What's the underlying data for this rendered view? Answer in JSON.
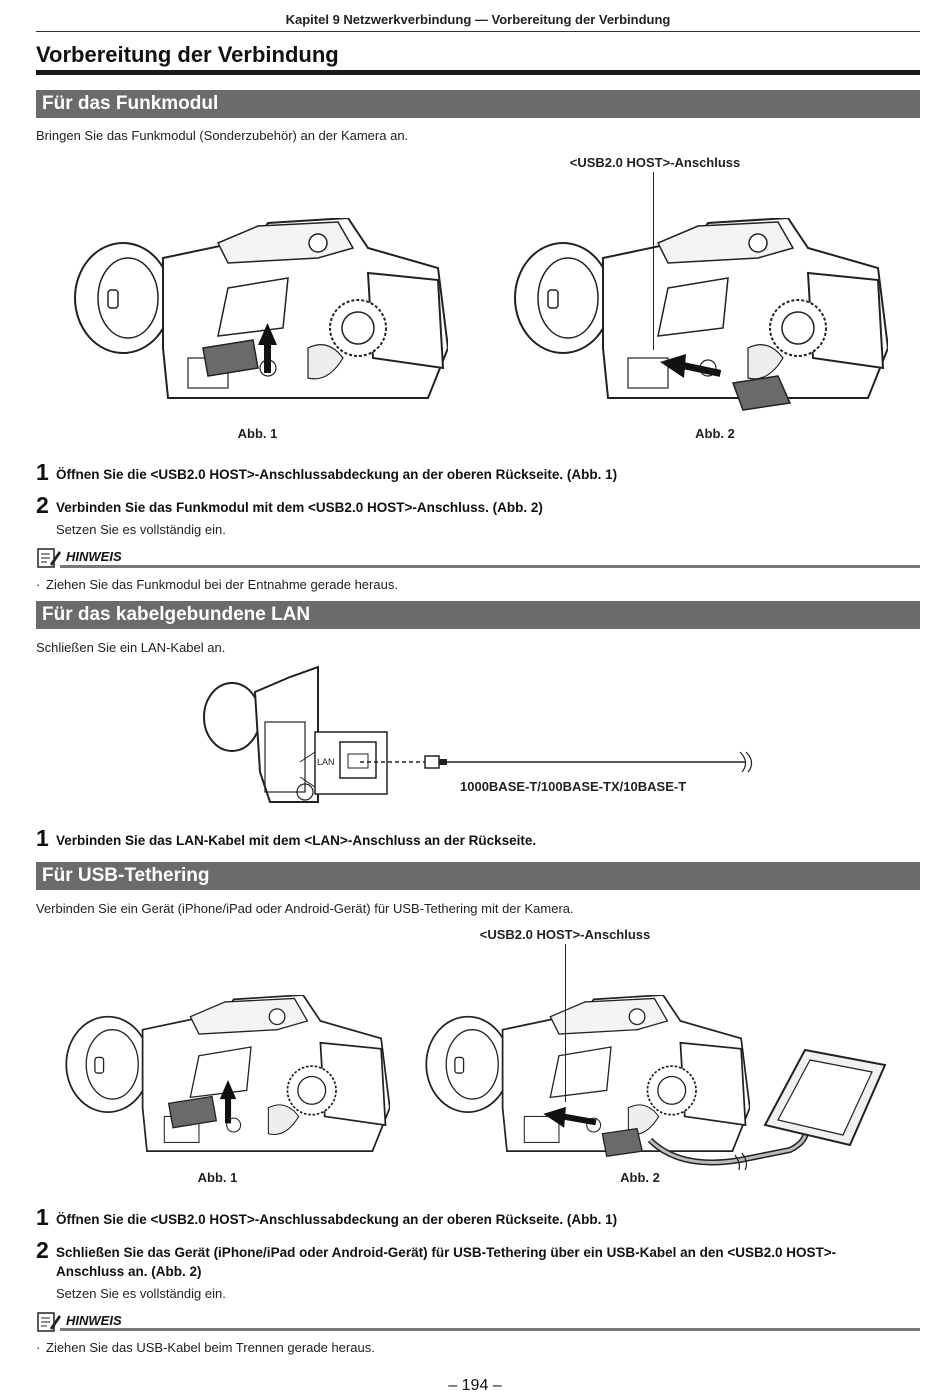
{
  "header": {
    "running_title": "Kapitel 9 Netzwerkverbindung — Vorbereitung der Verbindung",
    "page_title": "Vorbereitung der Verbindung"
  },
  "sections": {
    "funkmodul": {
      "title": "Für das Funkmodul",
      "intro": "Bringen Sie das Funkmodul (Sonderzubehör) an der Kamera an.",
      "callout": "<USB2.0 HOST>-Anschluss",
      "fig1_caption": "Abb. 1",
      "fig2_caption": "Abb. 2",
      "steps": [
        {
          "num": "1",
          "text": "Öffnen Sie die <USB2.0 HOST>-Anschlussabdeckung an der oberen Rückseite. (Abb. 1)"
        },
        {
          "num": "2",
          "text": "Verbinden Sie das Funkmodul mit dem <USB2.0 HOST>-Anschluss. (Abb. 2)",
          "sub": "Setzen Sie es vollständig ein."
        }
      ],
      "note_label": "HINWEIS",
      "note_bullet": "Ziehen Sie das Funkmodul bei der Entnahme gerade heraus."
    },
    "lan": {
      "title": "Für das kabelgebundene LAN",
      "intro": "Schließen Sie ein LAN-Kabel an.",
      "port_label": "LAN",
      "cable_label": "1000BASE-T/100BASE-TX/10BASE-T",
      "steps": [
        {
          "num": "1",
          "text": "Verbinden Sie das LAN-Kabel mit dem <LAN>-Anschluss an der Rückseite."
        }
      ]
    },
    "usb": {
      "title": "Für USB-Tethering",
      "intro": "Verbinden Sie ein Gerät (iPhone/iPad oder Android-Gerät) für USB-Tethering mit der Kamera.",
      "callout": "<USB2.0 HOST>-Anschluss",
      "fig1_caption": "Abb. 1",
      "fig2_caption": "Abb. 2",
      "steps": [
        {
          "num": "1",
          "text": "Öffnen Sie die <USB2.0 HOST>-Anschlussabdeckung an der oberen Rückseite. (Abb. 1)"
        },
        {
          "num": "2",
          "text_line1": "Schließen Sie das Gerät (iPhone/iPad oder Android-Gerät) für USB-Tethering über ein USB-Kabel an den <USB2.0 HOST>-",
          "text_line2": "Anschluss an. (Abb. 2)",
          "sub": "Setzen Sie es vollständig ein."
        }
      ],
      "note_label": "HINWEIS",
      "note_bullet": "Ziehen Sie das USB-Kabel beim Trennen gerade heraus."
    }
  },
  "footer": {
    "page_number": "– 194 –"
  },
  "icons": {
    "note": "note-pencil-icon",
    "arrow": "arrow-icon"
  }
}
